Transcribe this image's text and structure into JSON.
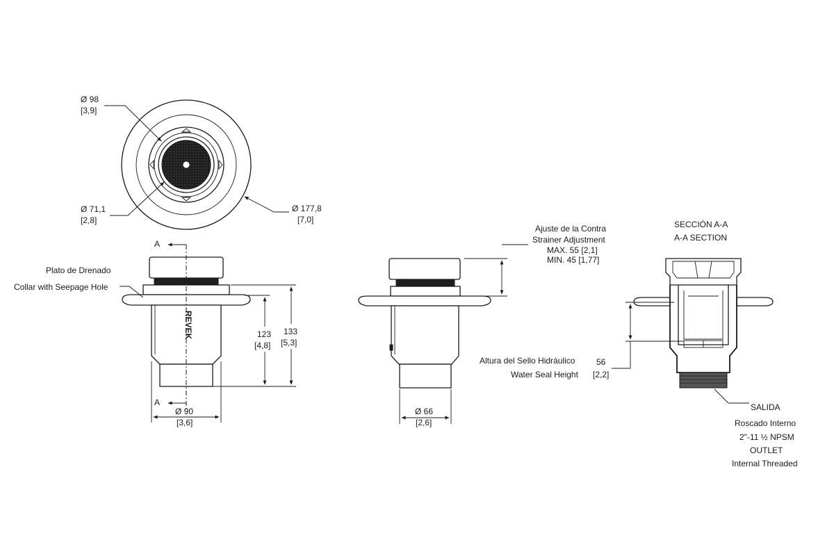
{
  "top_view": {
    "d98": "Ø 98",
    "d98_in": "[3,9]",
    "d71": "Ø 71,1",
    "d71_in": "[2,8]",
    "d177": "Ø 177,8",
    "d177_in": "[7,0]"
  },
  "front_view": {
    "section_marker": "A",
    "label_plate": "Plato de Drenado",
    "label_collar": "Collar with Seepage Hole",
    "dim_123": "123",
    "dim_123_in": "[4,8]",
    "dim_133": "133",
    "dim_133_in": "[5,3]",
    "dim_90": "Ø 90",
    "dim_90_in": "[3,6]",
    "body_mark": "REVEK"
  },
  "side_view": {
    "adjust_line1": "Ajuste de la Contra",
    "adjust_line2": "Strainer Adjustment",
    "adjust_max": "MAX. 55 [2,1]",
    "adjust_min": "MIN. 45 [1,77]",
    "dim_66": "Ø 66",
    "dim_66_in": "[2,6]"
  },
  "section_view": {
    "title_es": "SECCIÓN A-A",
    "title_en": "A-A SECTION",
    "seal_es": "Altura del Sello Hidráulico",
    "seal_en": "Water Seal Height",
    "seal_value": "56",
    "seal_value_in": "[2,2]",
    "outlet_lines": [
      "SALIDA",
      "Roscado Interno",
      "2\"-11 ½ NPSM",
      "OUTLET",
      "Internal Threaded"
    ]
  },
  "colors": {
    "line": "#1a1a1a",
    "strainer": "#1e1e1e",
    "background": "#ffffff"
  }
}
